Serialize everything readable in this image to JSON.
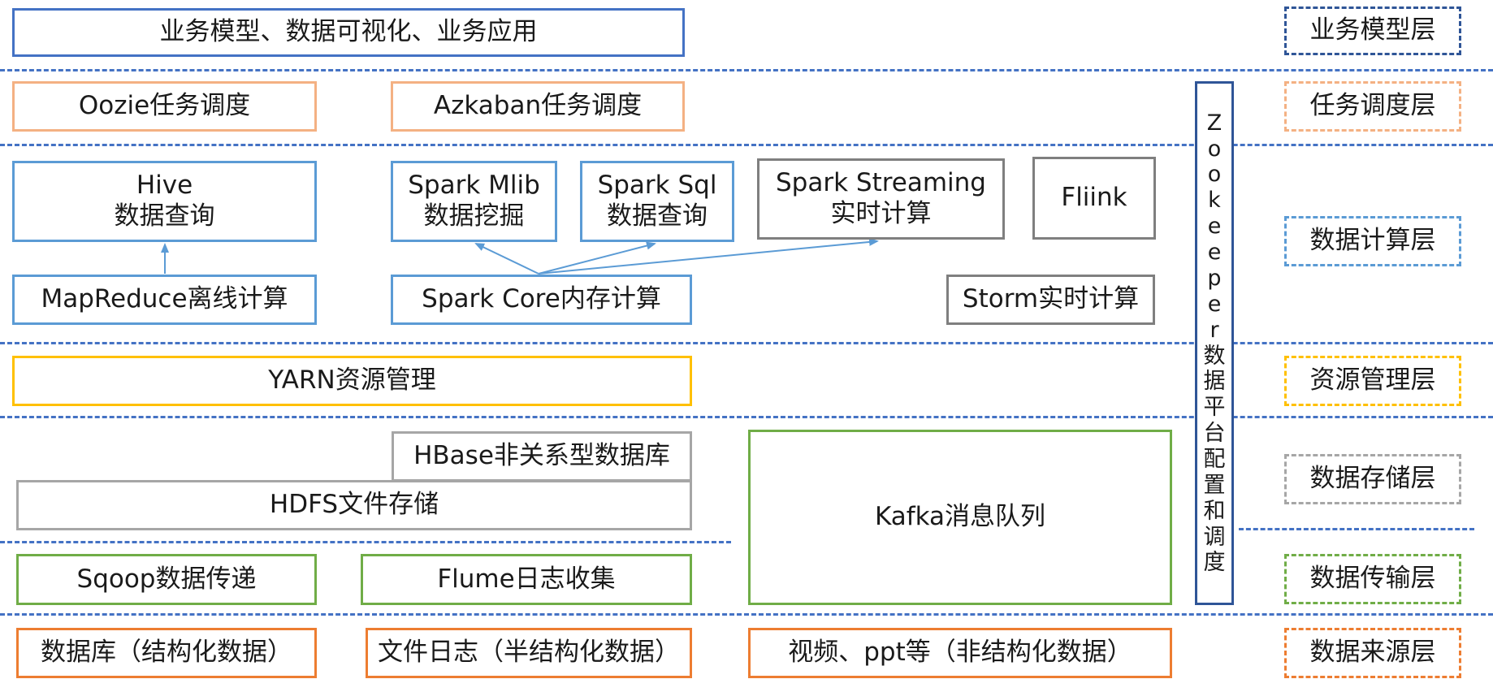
{
  "colors": {
    "blue": "#4472c4",
    "dark_blue": "#2f5597",
    "light_blue": "#5b9bd5",
    "orange": "#f4b183",
    "dark_orange": "#ed7d31",
    "gold": "#ffc000",
    "gray": "#a6a6a6",
    "dark_gray": "#7f7f7f",
    "green": "#70ad47"
  },
  "boxes": {
    "business_apps": "业务模型、数据可视化、业务应用",
    "oozie": "Oozie任务调度",
    "azkaban": "Azkaban任务调度",
    "hive": [
      "Hive",
      "数据查询"
    ],
    "spark_mlib": [
      "Spark Mlib",
      "数据挖掘"
    ],
    "spark_sql": [
      "Spark Sql",
      "数据查询"
    ],
    "spark_streaming": [
      "Spark Streaming",
      "实时计算"
    ],
    "flink": "Fliink",
    "mapreduce": "MapReduce离线计算",
    "spark_core": "Spark Core内存计算",
    "storm": "Storm实时计算",
    "yarn": "YARN资源管理",
    "hbase": "HBase非关系型数据库",
    "hdfs": "HDFS文件存储",
    "kafka": "Kafka消息队列",
    "sqoop": "Sqoop数据传递",
    "flume": "Flume日志收集",
    "database": "数据库（结构化数据）",
    "file_logs": "文件日志（半结构化数据）",
    "video_ppt": "视频、ppt等（非结构化数据）"
  },
  "zookeeper": {
    "chars": [
      "Z",
      "o",
      "o",
      "k",
      "e",
      "e",
      "p",
      "e",
      "r",
      "数",
      "据",
      "平",
      "台",
      "配",
      "置",
      "和",
      "调",
      "度"
    ]
  },
  "layers": {
    "business_model": "业务模型层",
    "task_scheduling": "任务调度层",
    "data_compute": "数据计算层",
    "resource_mgmt": "资源管理层",
    "data_storage": "数据存储层",
    "data_transfer": "数据传输层",
    "data_source": "数据来源层"
  }
}
